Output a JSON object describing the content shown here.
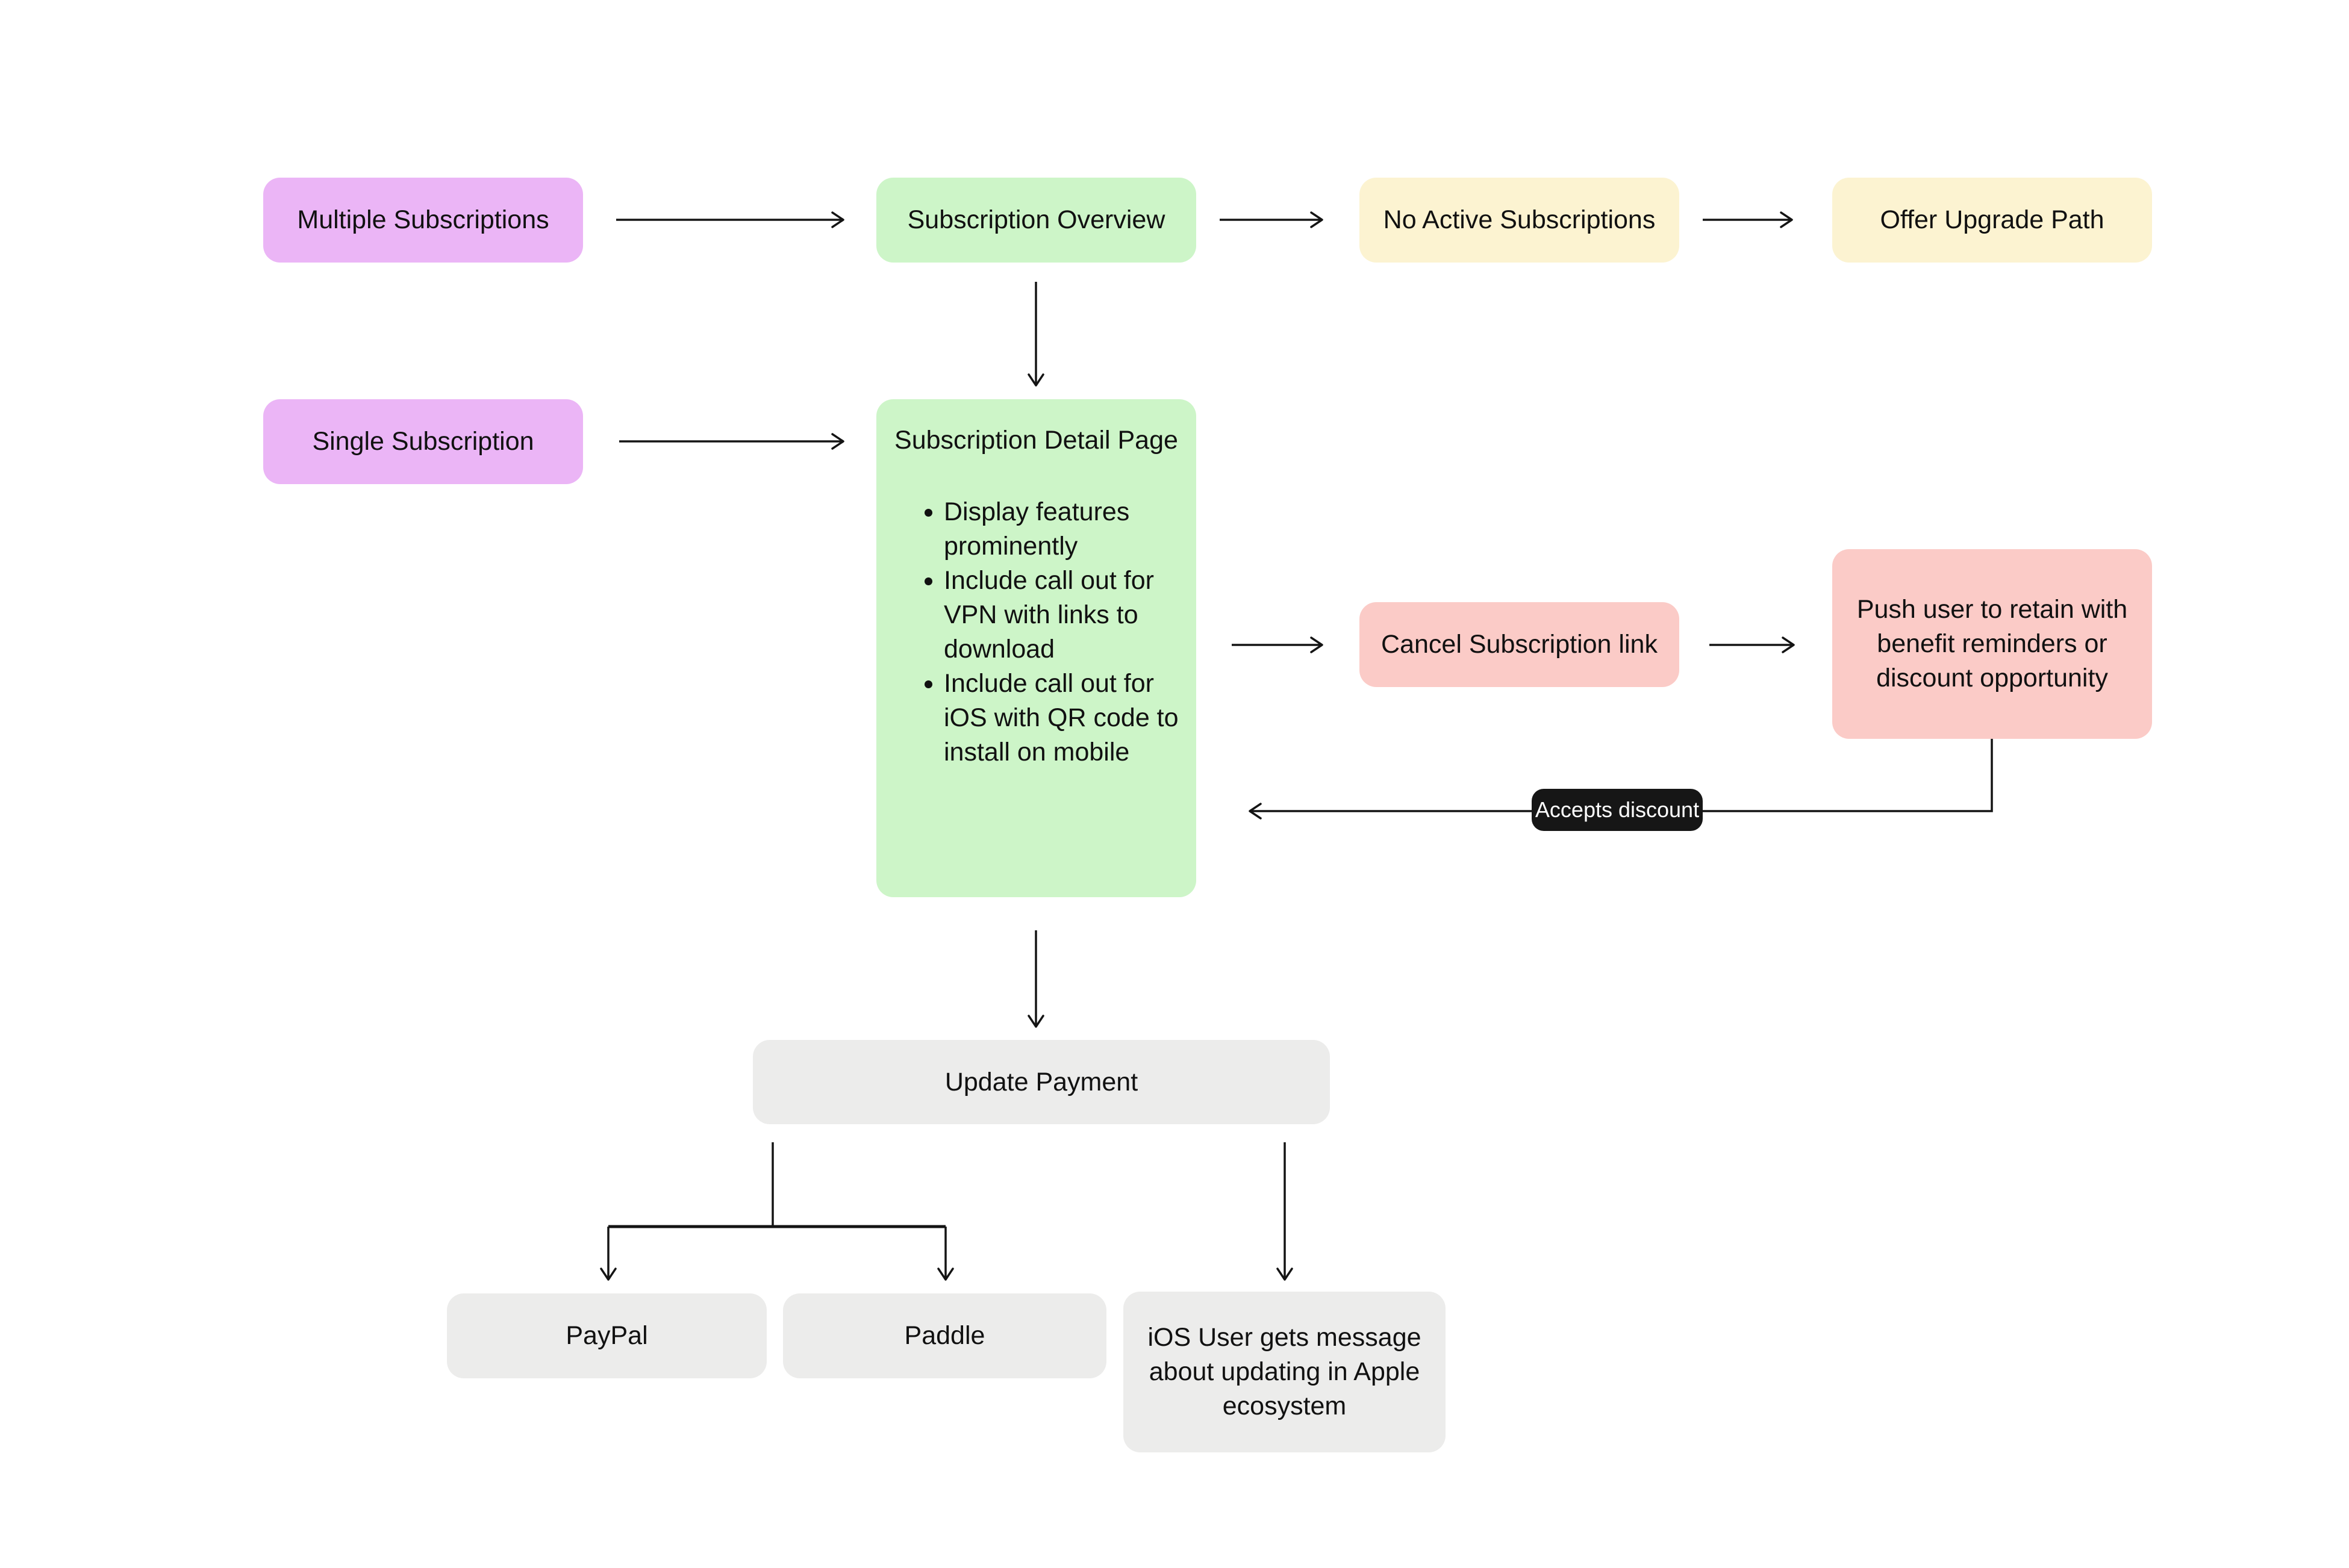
{
  "canvas": {
    "background": "#ffffff"
  },
  "palette": {
    "purple": "#EBB5F6",
    "green": "#CDF5C8",
    "yellow": "#FCF3D1",
    "pink": "#FBCBC7",
    "gray": "#ECECEB",
    "label_pill_background": "#161616",
    "label_pill_text": "#ffffff",
    "arrow": "#141414",
    "text": "#111111"
  },
  "nodes": {
    "multiple_subscriptions": {
      "label": "Multiple Subscriptions",
      "color": "#EBB5F6"
    },
    "subscription_overview": {
      "label": "Subscription Overview",
      "color": "#CDF5C8"
    },
    "no_active_subscriptions": {
      "label": "No Active Subscriptions",
      "color": "#FCF3D1"
    },
    "offer_upgrade_path": {
      "label": "Offer Upgrade Path",
      "color": "#FCF3D1"
    },
    "single_subscription": {
      "label": "Single Subscription",
      "color": "#EBB5F6"
    },
    "subscription_detail": {
      "title": "Subscription Detail Page",
      "bullets": [
        "Display features prominently",
        "Include call out for VPN with links to download",
        "Include call out for iOS with QR code to install on mobile"
      ],
      "color": "#CDF5C8"
    },
    "cancel_subscription_link": {
      "label": "Cancel Subscription link",
      "color": "#FBCBC7"
    },
    "push_user_retain": {
      "label": "Push user to retain with benefit reminders or discount opportunity",
      "color": "#FBCBC7"
    },
    "update_payment": {
      "label": "Update Payment",
      "color": "#ECECEB"
    },
    "paypal": {
      "label": "PayPal",
      "color": "#ECECEB"
    },
    "paddle": {
      "label": "Paddle",
      "color": "#ECECEB"
    },
    "ios_user_message": {
      "label": "iOS User gets message about updating in Apple ecosystem",
      "color": "#ECECEB"
    }
  },
  "edge_labels": {
    "accepts_discount": "Accepts discount"
  }
}
